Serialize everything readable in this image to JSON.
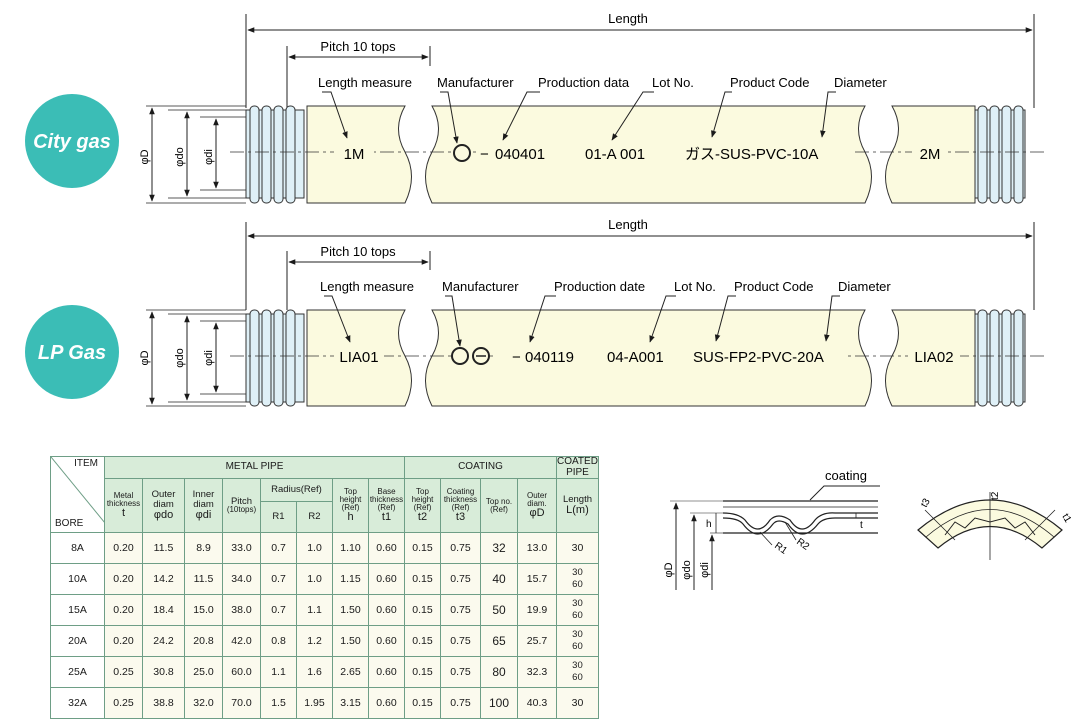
{
  "top": {
    "length": "Length",
    "pitch": "Pitch 10 tops",
    "labels": {
      "length_measure": "Length measure",
      "manufacturer": "Manufacturer",
      "production": "Production data",
      "lot": "Lot No.",
      "product_code": "Product Code",
      "diameter": "Diameter"
    },
    "badge": "City gas",
    "dims": {
      "D": "φD",
      "do": "φdo",
      "di": "φdi"
    },
    "marking": {
      "m1": "1M",
      "date": "040401",
      "lot": "01-A 001",
      "code": "ガス-SUS-PVC-10A",
      "m2": "2M"
    }
  },
  "bottom": {
    "length": "Length",
    "pitch": "Pitch 10 tops",
    "labels": {
      "length_measure": "Length measure",
      "manufacturer": "Manufacturer",
      "production": "Production date",
      "lot": "Lot No.",
      "product_code": "Product Code",
      "diameter": "Diameter"
    },
    "badge": "LP Gas",
    "dims": {
      "D": "φD",
      "do": "φdo",
      "di": "φdi"
    },
    "marking": {
      "m1": "LIA01",
      "date": "040119",
      "lot": "04-A001",
      "code": "SUS-FP2-PVC-20A",
      "m2": "LIA02"
    }
  },
  "colors": {
    "badge": "#3bbdb6",
    "pipe_fill": "#fbfadf",
    "bellows_fill": "#dff0f7",
    "table_header": "#d8ecd9"
  },
  "table": {
    "item": "ITEM",
    "bore": "BORE",
    "group_metal": "METAL PIPE",
    "group_coating": "COATING",
    "group_coated": "COATED PIPE",
    "h_metal_thickness": "Metal thickness",
    "s_t": "t",
    "h_outer": "Outer diam",
    "s_do": "φdo",
    "h_inner": "Inner diam",
    "s_di": "φdi",
    "h_pitch": "Pitch",
    "h_pitch_sub": "(10tops)",
    "h_radius": "Radius(Ref)",
    "s_r1": "R1",
    "s_r2": "R2",
    "h_top_height": "Top height (Ref)",
    "s_h": "h",
    "h_base_thickness": "Base thickness (Ref)",
    "s_t1": "t1",
    "h_top_height2": "Top height (Ref)",
    "s_t2": "t2",
    "h_coating_thickness": "Coating thickness (Ref)",
    "s_t3": "t3",
    "h_top_no": "Top no. (Ref)",
    "h_outer_diam": "Outer diam.",
    "s_D": "φD",
    "h_length": "Length",
    "s_L": "L(m)",
    "rows": [
      {
        "bore": "8A",
        "t": "0.20",
        "do": "11.5",
        "di": "8.9",
        "pitch": "33.0",
        "r1": "0.7",
        "r2": "1.0",
        "h": "1.10",
        "t1": "0.60",
        "t2": "0.15",
        "t3": "0.75",
        "top": "32",
        "D": "13.0",
        "L1": "30",
        "L2": ""
      },
      {
        "bore": "10A",
        "t": "0.20",
        "do": "14.2",
        "di": "11.5",
        "pitch": "34.0",
        "r1": "0.7",
        "r2": "1.0",
        "h": "1.15",
        "t1": "0.60",
        "t2": "0.15",
        "t3": "0.75",
        "top": "40",
        "D": "15.7",
        "L1": "30",
        "L2": "60"
      },
      {
        "bore": "15A",
        "t": "0.20",
        "do": "18.4",
        "di": "15.0",
        "pitch": "38.0",
        "r1": "0.7",
        "r2": "1.1",
        "h": "1.50",
        "t1": "0.60",
        "t2": "0.15",
        "t3": "0.75",
        "top": "50",
        "D": "19.9",
        "L1": "30",
        "L2": "60"
      },
      {
        "bore": "20A",
        "t": "0.20",
        "do": "24.2",
        "di": "20.8",
        "pitch": "42.0",
        "r1": "0.8",
        "r2": "1.2",
        "h": "1.50",
        "t1": "0.60",
        "t2": "0.15",
        "t3": "0.75",
        "top": "65",
        "D": "25.7",
        "L1": "30",
        "L2": "60"
      },
      {
        "bore": "25A",
        "t": "0.25",
        "do": "30.8",
        "di": "25.0",
        "pitch": "60.0",
        "r1": "1.1",
        "r2": "1.6",
        "h": "2.65",
        "t1": "0.60",
        "t2": "0.15",
        "t3": "0.75",
        "top": "80",
        "D": "32.3",
        "L1": "30",
        "L2": "60"
      },
      {
        "bore": "32A",
        "t": "0.25",
        "do": "38.8",
        "di": "32.0",
        "pitch": "70.0",
        "r1": "1.5",
        "r2": "1.95",
        "h": "3.15",
        "t1": "0.60",
        "t2": "0.15",
        "t3": "0.75",
        "top": "100",
        "D": "40.3",
        "L1": "30",
        "L2": ""
      }
    ]
  },
  "section": {
    "coating": "coating",
    "D": "φD",
    "do": "φdo",
    "di": "φdi",
    "h": "h",
    "t": "t",
    "R1": "R1",
    "R2": "R2",
    "t1": "t1",
    "t2": "t2",
    "t3": "t3"
  }
}
